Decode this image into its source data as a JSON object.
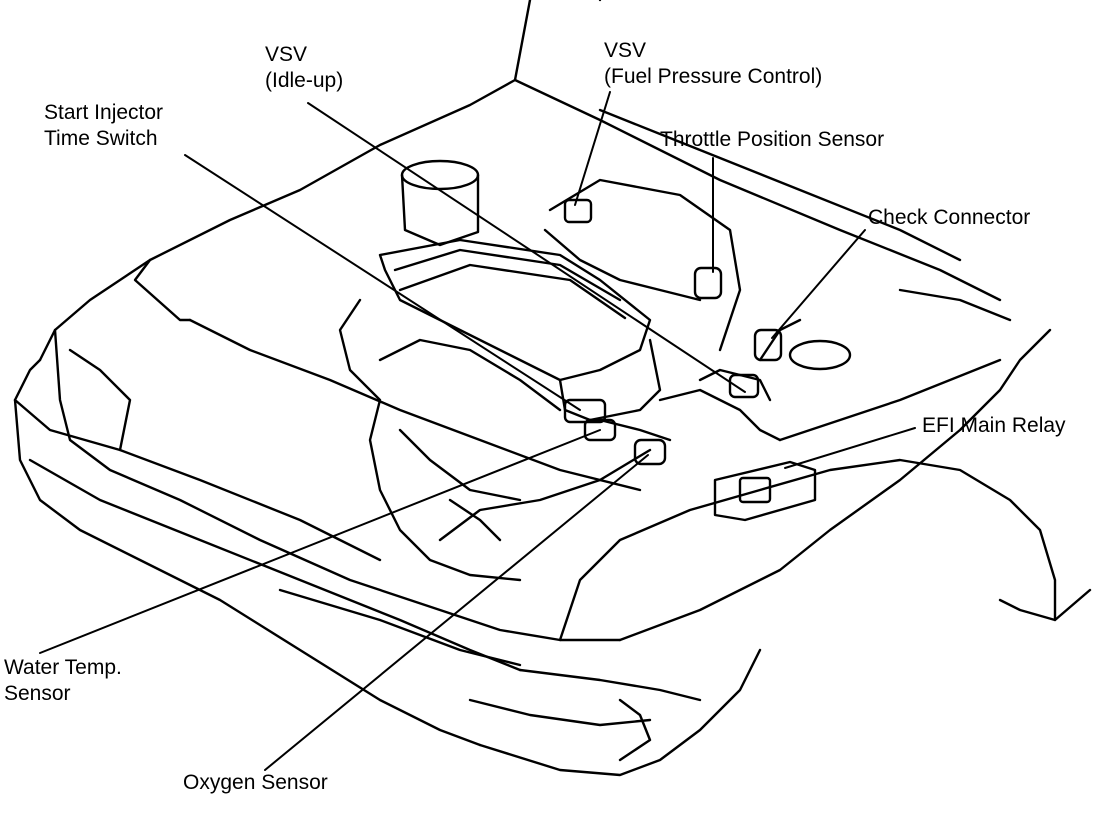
{
  "colors": {
    "ink": "#000000",
    "paper": "#ffffff"
  },
  "components": [
    {
      "id": "vsv-idle-up",
      "line1": "VSV",
      "line2": "(Idle-up)"
    },
    {
      "id": "vsv-fuel-pressure",
      "line1": "VSV",
      "line2": "(Fuel Pressure Control)"
    },
    {
      "id": "start-injector",
      "line1": "Start Injector",
      "line2": "Time Switch"
    },
    {
      "id": "throttle-sensor",
      "line1": "Throttle Position Sensor",
      "line2": ""
    },
    {
      "id": "check-connector",
      "line1": "Check Connector",
      "line2": ""
    },
    {
      "id": "efi-relay",
      "line1": "EFI Main Relay",
      "line2": ""
    },
    {
      "id": "water-temp",
      "line1": "Water Temp.",
      "line2": "Sensor"
    },
    {
      "id": "oxygen-sensor",
      "line1": "Oxygen Sensor",
      "line2": ""
    }
  ]
}
